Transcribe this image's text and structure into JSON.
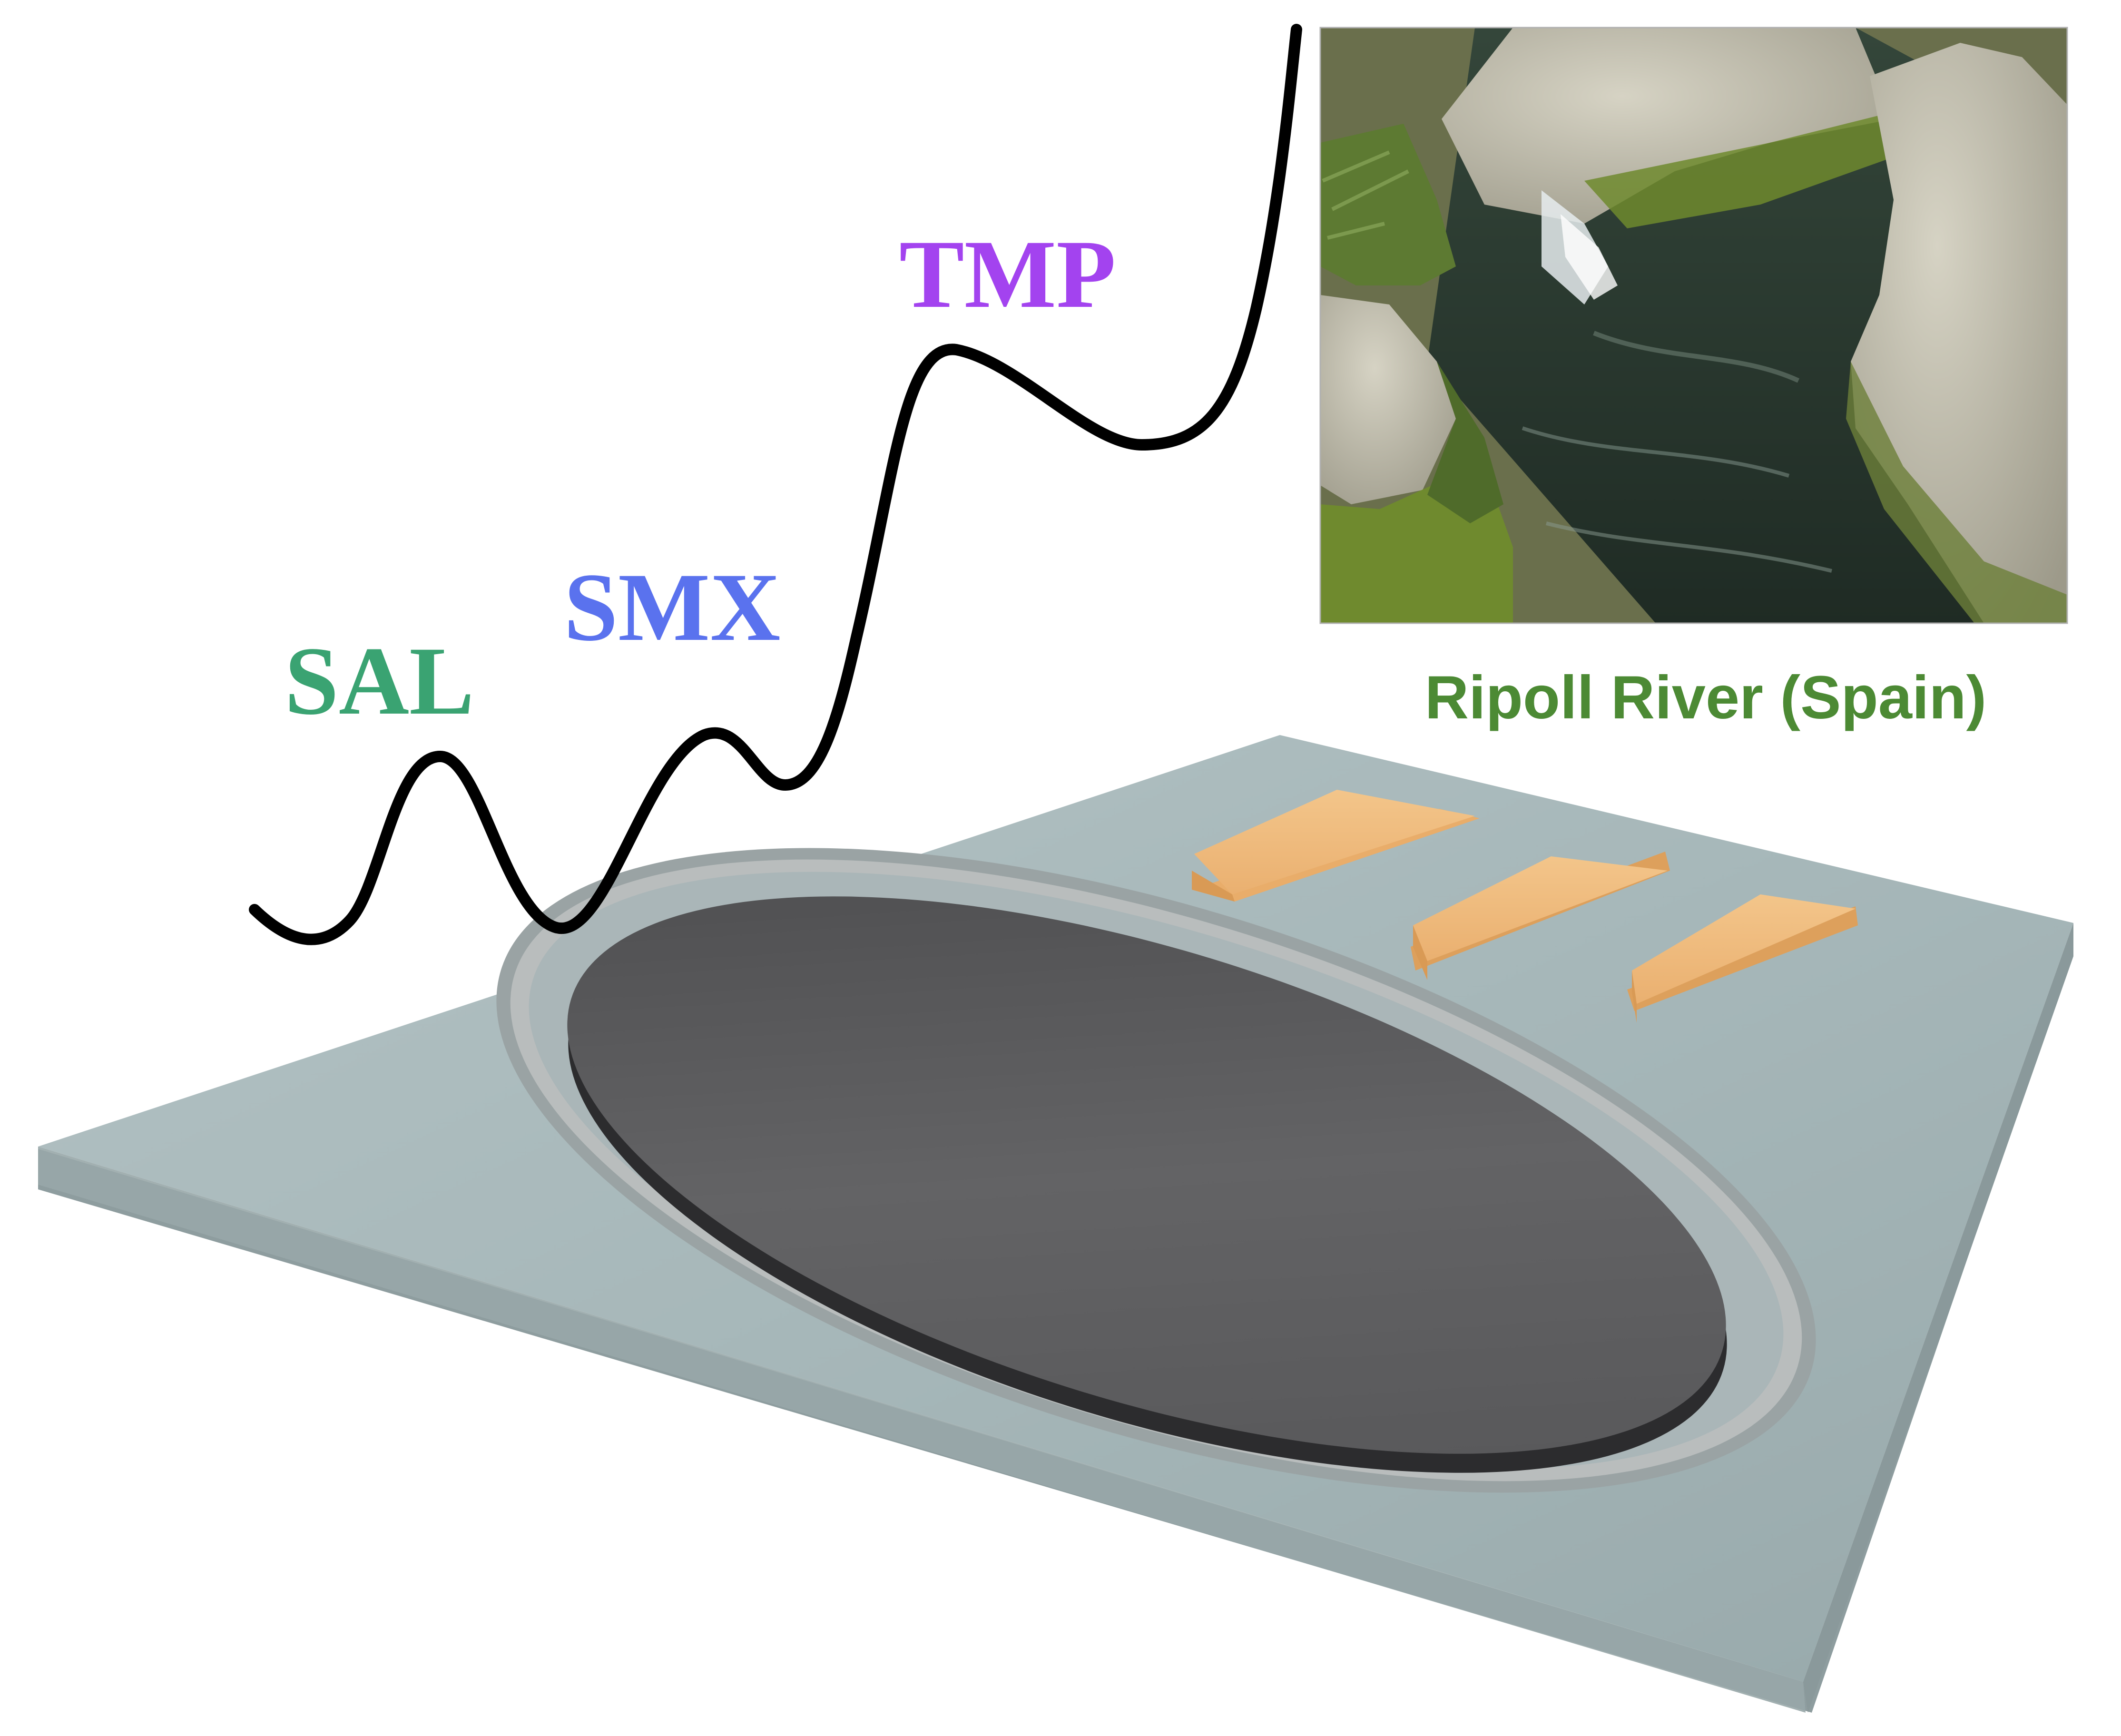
{
  "labels": {
    "peak_1": "SAL",
    "peak_2": "SMX",
    "peak_3": "TMP"
  },
  "photo": {
    "caption": "Ripoll River (Spain)"
  },
  "colors": {
    "peak_1": "#3aa372",
    "peak_2": "#5a72ee",
    "peak_3": "#a343ef",
    "caption": "#4c8a34",
    "curve": "#000000",
    "substrate_top": "#a4b5b7",
    "substrate_side": "#8e9d9f",
    "electrode_disk": "#5d5d5f",
    "contact_pads": "#f1bd7c",
    "photo_water": "#27362c",
    "photo_rock": "#b7b4a3",
    "photo_moss": "#6f8a2e"
  }
}
